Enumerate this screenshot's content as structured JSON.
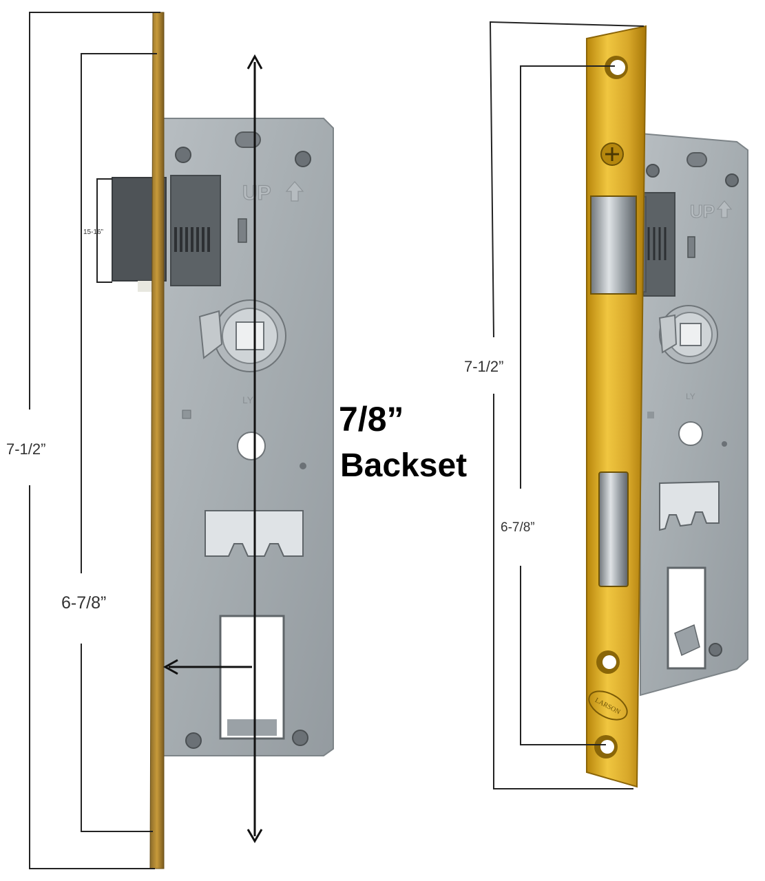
{
  "left_view": {
    "overall_height_label": "7-1/2”",
    "screw_spacing_label": "6-7/8”",
    "latch_label": "15-16”",
    "case_marking": "UP",
    "case_code": "LY"
  },
  "backset": {
    "value": "7/8”",
    "word": "Backset"
  },
  "right_view": {
    "overall_height_label": "7-1/2”",
    "screw_spacing_label": "6-7/8”",
    "case_marking": "UP",
    "case_code": "LY",
    "brand_stamp": "LARSON"
  },
  "colors": {
    "brass": "#d4a520",
    "case_gray": "#a9b0b4",
    "line": "#222222"
  }
}
